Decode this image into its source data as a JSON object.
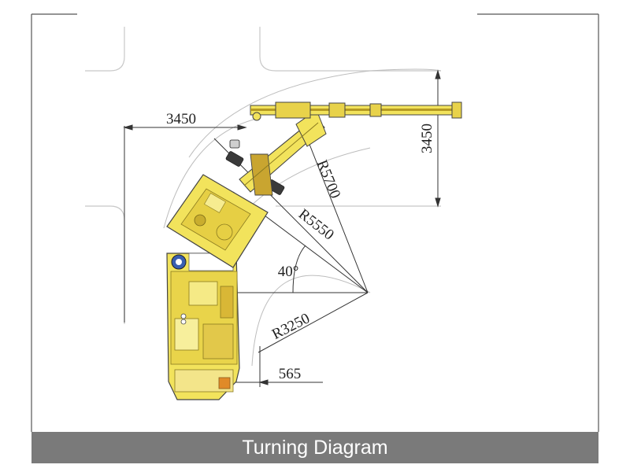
{
  "caption": "Turning Diagram",
  "labels": {
    "width_top": "3450",
    "height_right": "3450",
    "radius_outer": "R5700",
    "radius_middle": "R5550",
    "radius_inner": "R3250",
    "angle": "40°",
    "offset": "565"
  },
  "colors": {
    "machine_yellow": "#f2e35c",
    "machine_dark": "#b59a22",
    "outline": "#444444",
    "caption_bar": "#7a7a7a",
    "caption_text": "#ffffff"
  }
}
